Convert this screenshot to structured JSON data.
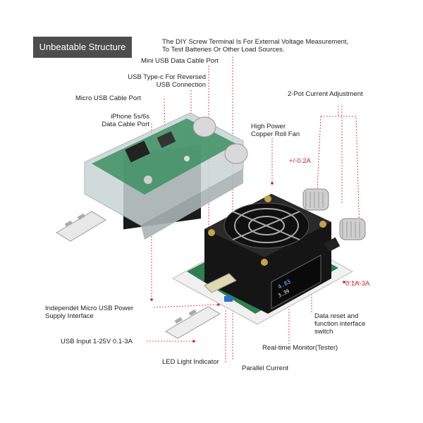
{
  "title": "Unbeatable Structure",
  "labels": {
    "diy_terminal": "The DIY Screw Terminal Is For External Voltage Measurement,\nTo Test Batteries Or Other Load Sources.",
    "mini_usb": "Mini USB Data Cable Port",
    "usb_typec": "USB Type-c For Reversed\nUSB Connection",
    "micro_usb_port": "Micro USB Cable Port",
    "iphone": "iPhone 5s/6s\nData Cable Port",
    "two_pot": "2-Pot Current Adjustment",
    "fan": "High Power\nCopper Roll Fan",
    "pm02": "+/-0.2A",
    "range": "0.1A-3A",
    "micro_power": "Independet Micro USB Power\nSupply Interface",
    "usb_input": "USB Input 1-25V 0.1-3A",
    "led": "LED Light Indicator",
    "parallel": "Parallel Current",
    "monitor": "Real-time Monitor(Tester)",
    "reset": "Data reset and\nfunction interface\nswitch"
  },
  "colors": {
    "badge": "#4d4d4d",
    "accent": "#d0202a",
    "pcb": "#2f7f4f"
  }
}
